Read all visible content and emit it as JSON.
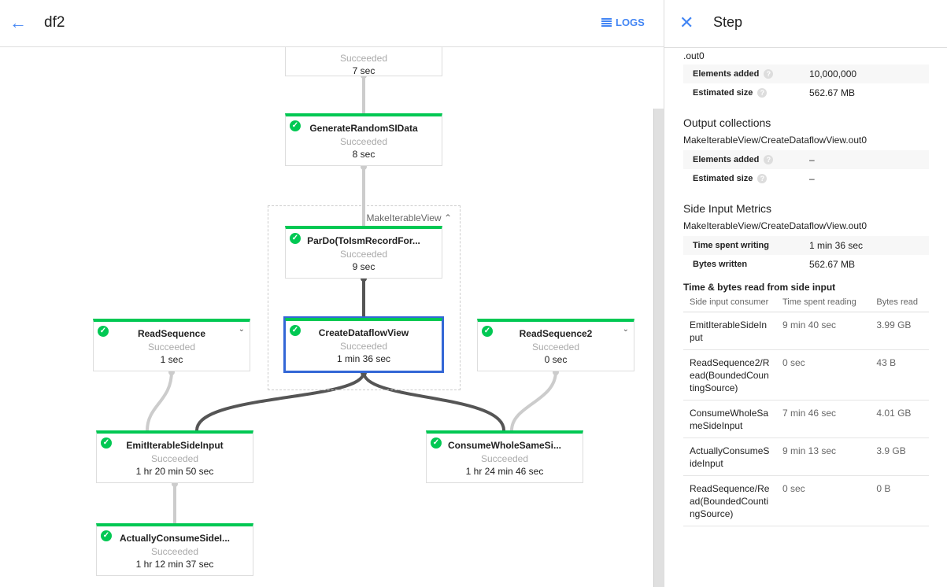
{
  "header": {
    "title": "df2",
    "logs_label": "LOGS"
  },
  "colors": {
    "success": "#00c853",
    "accent": "#4285f4",
    "selected": "#3367d6"
  },
  "group": {
    "label": "MakeIterableView",
    "chevron": "chevron-up-icon"
  },
  "nodes": {
    "top": {
      "name": "",
      "status": "Succeeded",
      "time": "7 sec"
    },
    "gen": {
      "name": "GenerateRandomSIData",
      "status": "Succeeded",
      "time": "8 sec"
    },
    "pardo": {
      "name": "ParDo(ToIsmRecordFor...",
      "status": "Succeeded",
      "time": "9 sec"
    },
    "read": {
      "name": "ReadSequence",
      "status": "Succeeded",
      "time": "1 sec"
    },
    "create": {
      "name": "CreateDataflowView",
      "status": "Succeeded",
      "time": "1 min 36 sec"
    },
    "read2": {
      "name": "ReadSequence2",
      "status": "Succeeded",
      "time": "0 sec"
    },
    "emit": {
      "name": "EmitIterableSideInput",
      "status": "Succeeded",
      "time": "1 hr 20 min 50 sec"
    },
    "consume": {
      "name": "ConsumeWholeSameSi...",
      "status": "Succeeded",
      "time": "1 hr 24 min 46 sec"
    },
    "actually": {
      "name": "ActuallyConsumeSideI...",
      "status": "Succeeded",
      "time": "1 hr 12 min 37 sec"
    }
  },
  "panel": {
    "title": "Step",
    "partial_label": ".out0",
    "input_metrics": [
      {
        "label": "Elements added",
        "value": "10,000,000"
      },
      {
        "label": "Estimated size",
        "value": "562.67 MB"
      }
    ],
    "output_title": "Output collections",
    "output_name": "MakeIterableView/CreateDataflowView.out0",
    "output_metrics": [
      {
        "label": "Elements added",
        "value": "–"
      },
      {
        "label": "Estimated size",
        "value": "–"
      }
    ],
    "side_title": "Side Input Metrics",
    "side_name": "MakeIterableView/CreateDataflowView.out0",
    "side_metrics": [
      {
        "label": "Time spent writing",
        "value": "1 min 36 sec"
      },
      {
        "label": "Bytes written",
        "value": "562.67 MB"
      }
    ],
    "read_title": "Time & bytes read from side input",
    "read_headers": [
      "Side input consumer",
      "Time spent reading",
      "Bytes read"
    ],
    "read_rows": [
      [
        "EmitIterableSideInput",
        "9 min 40 sec",
        "3.99 GB"
      ],
      [
        "ReadSequence2/Read(BoundedCountingSource)",
        "0 sec",
        "43 B"
      ],
      [
        "ConsumeWholeSameSideInput",
        "7 min 46 sec",
        "4.01 GB"
      ],
      [
        "ActuallyConsumeSideInput",
        "9 min 13 sec",
        "3.9 GB"
      ],
      [
        "ReadSequence/Read(BoundedCountingSource)",
        "0 sec",
        "0 B"
      ]
    ]
  }
}
